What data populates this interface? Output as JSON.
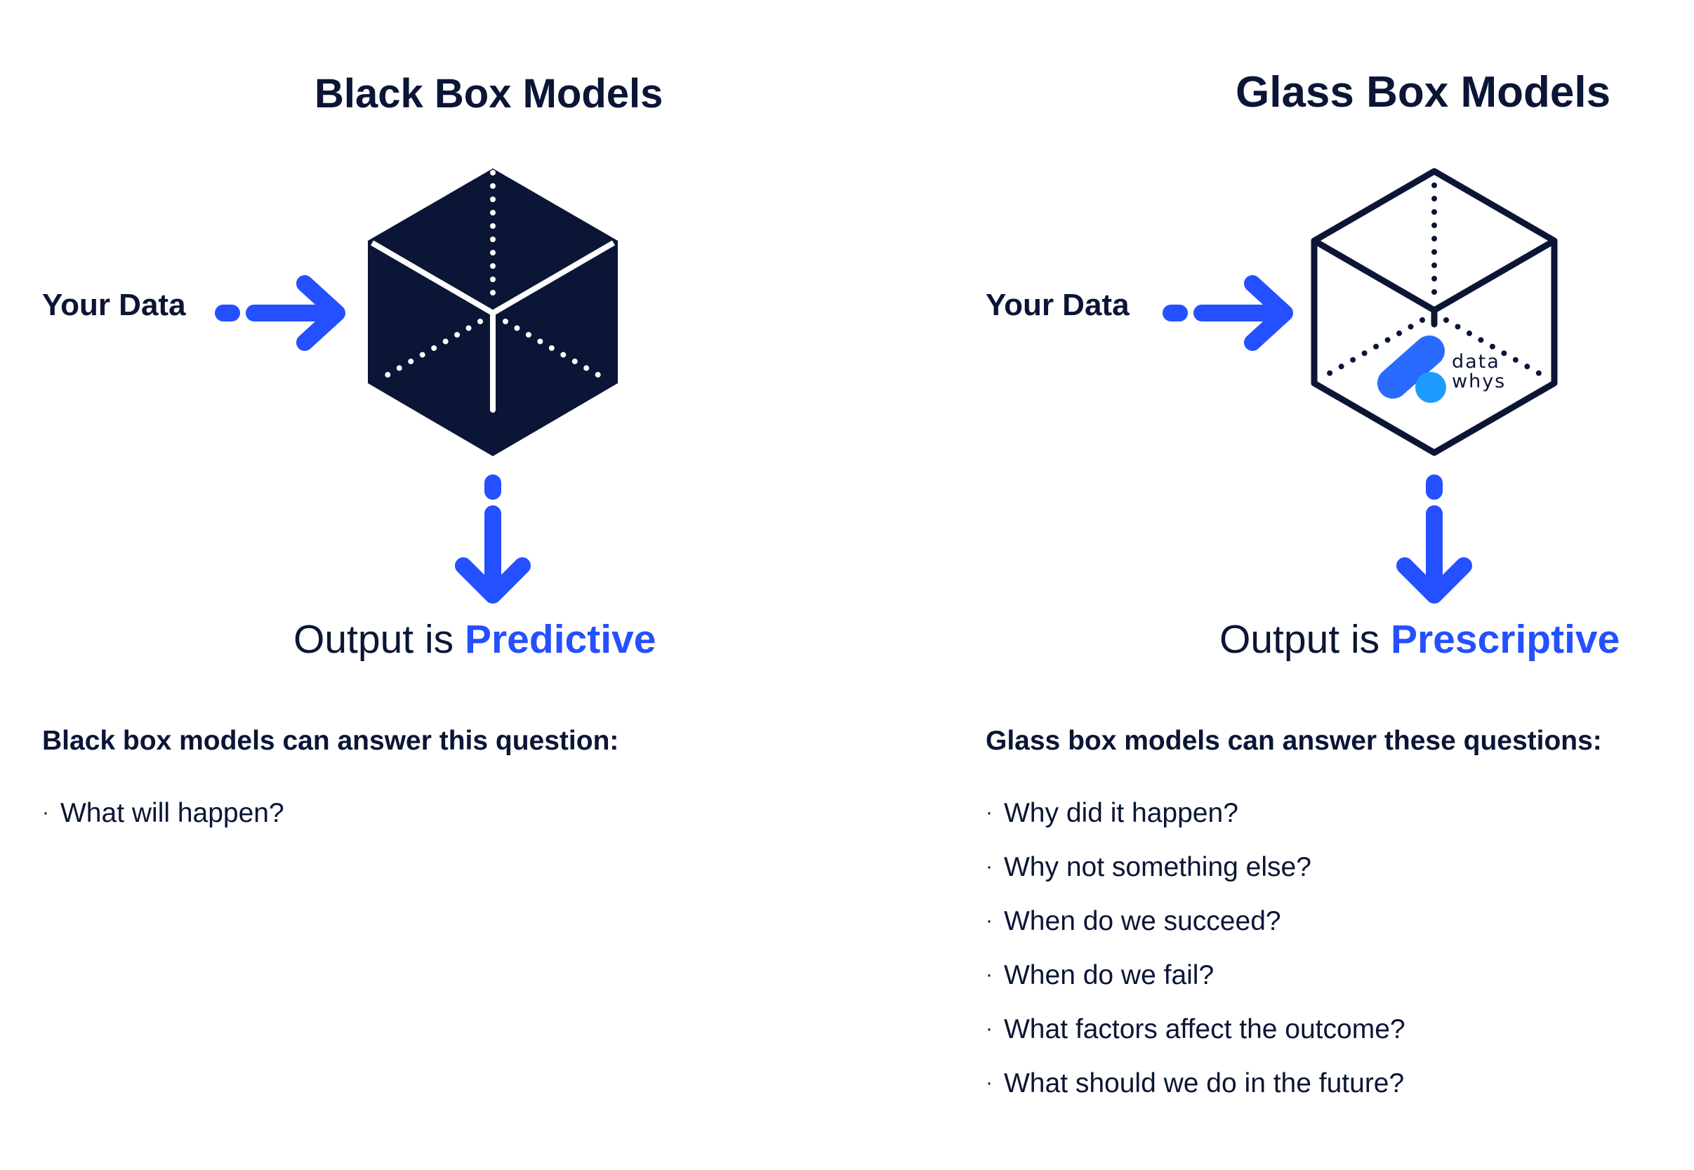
{
  "colors": {
    "navy": "#0b1535",
    "accent": "#2450ff",
    "logo_blue": "#2a6bff",
    "logo_light_blue": "#1e9bff"
  },
  "black_box": {
    "title": "Black Box Models",
    "input_label": "Your Data",
    "output_prefix": "Output is",
    "output_value": "Predictive",
    "questions_heading": "Black box models can answer this question:",
    "questions": [
      "What will happen?"
    ]
  },
  "glass_box": {
    "title": "Glass Box Models",
    "input_label": "Your Data",
    "output_prefix": "Output is",
    "output_value": "Prescriptive",
    "logo_line1": "data",
    "logo_line2": "whys",
    "questions_heading": "Glass box models can answer these questions:",
    "questions": [
      "Why did it happen?",
      "Why not something else?",
      "When do we succeed?",
      "When do we fail?",
      "What factors affect the outcome?",
      "What should we do in the future?"
    ]
  }
}
